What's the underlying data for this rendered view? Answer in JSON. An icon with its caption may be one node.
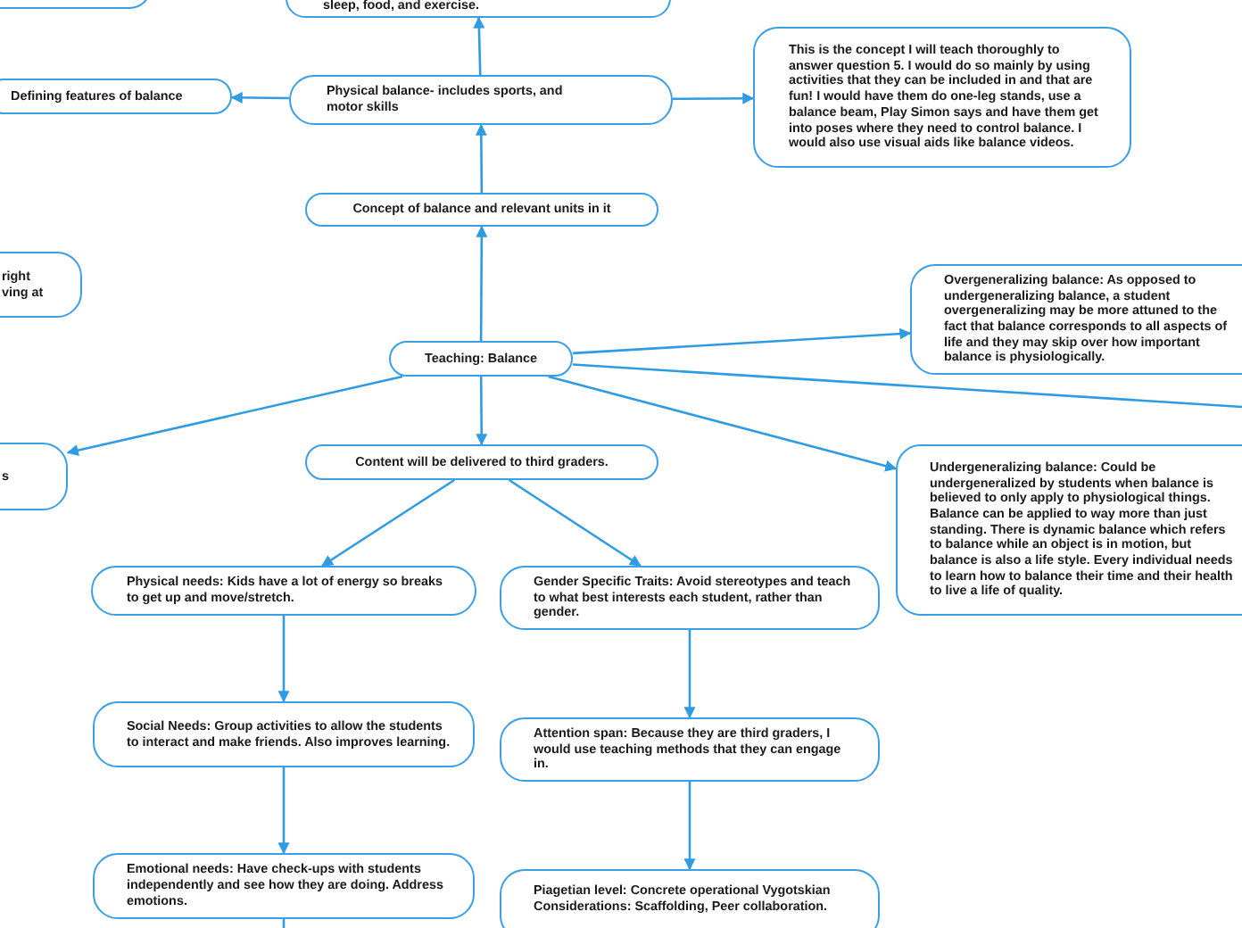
{
  "diagram": {
    "nodes": [
      {
        "text": [],
        "shape": "box"
      },
      {
        "text": [
          "sleep, food, and exercise."
        ]
      },
      {
        "text": [
          "Defining features of balance"
        ]
      },
      {
        "text": [
          "Physical balance- includes sports, and motor skills"
        ]
      },
      {
        "text": [
          "This is the concept I will teach thoroughly to answer question 5. I would do so mainly by using activities that they can be included in and that are fun! I would have them do one-leg stands, use a balance beam, Play Simon says and have them get into poses where they need to control balance. I would also use visual aids like balance videos."
        ]
      },
      {
        "text": [
          "right ving at"
        ]
      },
      {
        "text": [
          "Concept of balance and relevant units in it"
        ]
      },
      {
        "text": [
          "Teaching: Balance"
        ]
      },
      {
        "text": [
          "Overgeneralizing balance: As opposed to undergeneralizing balance, a student overgeneralizing may be more attuned to the fact that balance corresponds to all aspects of life and they may skip over how important balance is physiologically."
        ]
      },
      {
        "text": [
          "s"
        ]
      },
      {
        "text": [
          "Content will be delivered to third graders."
        ]
      },
      {
        "text": [
          "Undergeneralizing balance: Could be undergeneralized by students when balance is believed to only apply to physiological things. Balance can be applied to way more than just standing. There is dynamic balance which refers to balance while an object is in motion, but balance is also a life style. Every individual needs to learn how to balance their time and their health to live a life of quality."
        ]
      },
      {
        "text": [
          "Physical needs: Kids have a lot of energy so breaks to get up and move/stretch."
        ]
      },
      {
        "text": [
          "Gender Specific Traits: Avoid stereotypes and teach to what best interests each student, rather than gender."
        ]
      },
      {
        "text": [
          "Social Needs: Group activities to allow the students to interact and make friends. Also improves learning."
        ]
      },
      {
        "text": [
          "Attention span: Because they are third graders, I would use teaching methods that they can engage in."
        ]
      },
      {
        "text": [
          "Emotional needs: Have check-ups with students independently and see how they are doing. Address emotions."
        ]
      },
      {
        "text": [
          "Piagetian level: Concrete operational Vygotskian Considerations: Scaffolding, Peer collaboration."
        ]
      }
    ],
    "edges": [
      {
        "from": 7,
        "to": 6,
        "arrow": "to"
      },
      {
        "from": 6,
        "to": 3,
        "arrow": "to"
      },
      {
        "from": 3,
        "to": 1,
        "arrow": "to"
      },
      {
        "from": 3,
        "to": 2,
        "arrow": "to"
      },
      {
        "from": 3,
        "to": 4,
        "arrow": "to"
      },
      {
        "from": 7,
        "to": 8,
        "arrow": "to"
      },
      {
        "from": 7,
        "to": null,
        "arrow": "none"
      },
      {
        "from": 7,
        "to": 11,
        "arrow": "to"
      },
      {
        "from": 7,
        "to": 9,
        "arrow": "to"
      },
      {
        "from": 7,
        "to": 10,
        "arrow": "to"
      },
      {
        "from": 10,
        "to": 12,
        "arrow": "to"
      },
      {
        "from": 10,
        "to": 13,
        "arrow": "to"
      },
      {
        "from": 12,
        "to": 14,
        "arrow": "to"
      },
      {
        "from": 14,
        "to": 16,
        "arrow": "to"
      },
      {
        "from": 16,
        "to": null,
        "arrow": "none"
      },
      {
        "from": 13,
        "to": 15,
        "arrow": "to"
      },
      {
        "from": 15,
        "to": 17,
        "arrow": "to"
      }
    ]
  }
}
